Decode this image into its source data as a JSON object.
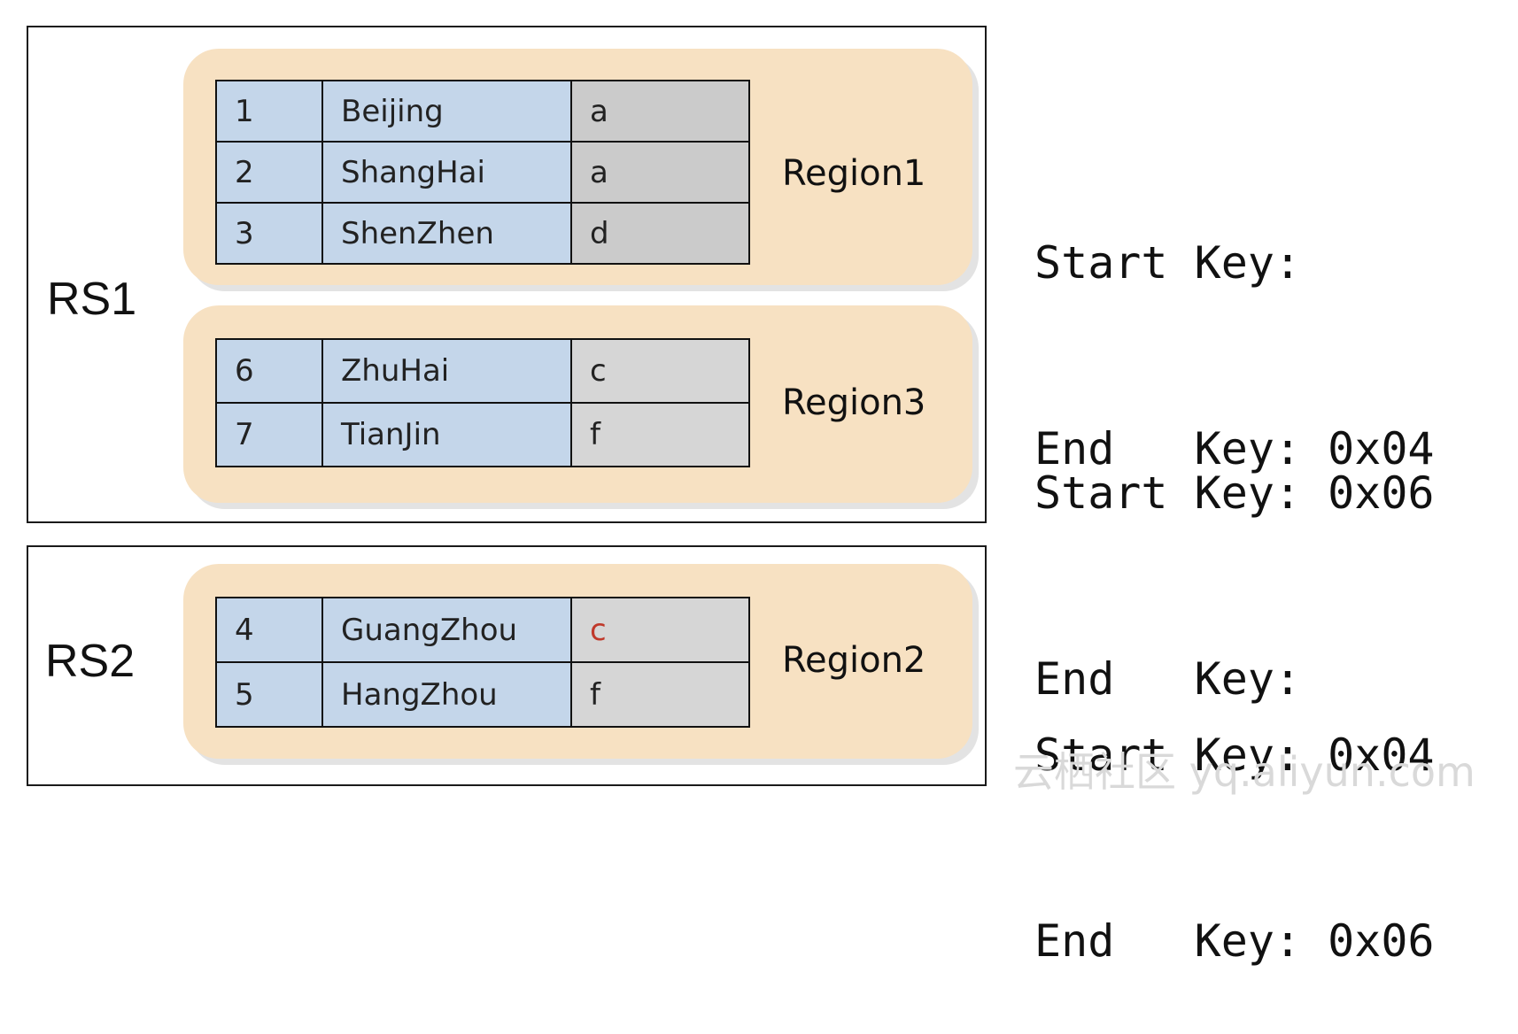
{
  "servers": [
    {
      "label": "RS1"
    },
    {
      "label": "RS2"
    }
  ],
  "regions": [
    {
      "label": "Region1",
      "rows": [
        {
          "key": "1",
          "city": "Beijing",
          "value": "a"
        },
        {
          "key": "2",
          "city": "ShangHai",
          "value": "a"
        },
        {
          "key": "3",
          "city": "ShenZhen",
          "value": "d"
        }
      ],
      "key_info": {
        "start": "Start Key:",
        "end": "End   Key: 0x04"
      }
    },
    {
      "label": "Region3",
      "rows": [
        {
          "key": "6",
          "city": "ZhuHai",
          "value": "c"
        },
        {
          "key": "7",
          "city": "TianJin",
          "value": "f"
        }
      ],
      "key_info": {
        "start": "Start Key: 0x06",
        "end": "End   Key:"
      }
    },
    {
      "label": "Region2",
      "rows": [
        {
          "key": "4",
          "city": "GuangZhou",
          "value": "c",
          "value_color": "#c0392b"
        },
        {
          "key": "5",
          "city": "HangZhou",
          "value": "f"
        }
      ],
      "key_info": {
        "start": "Start Key: 0x04",
        "end": "End   Key: 0x06"
      }
    }
  ],
  "watermark": "云栖社区 yq.aliyun.com",
  "colors": {
    "region_fill": "#f7e1c2",
    "key_cell": "#c4d6ea",
    "value_cell": "#d6d6d6",
    "highlight_text": "#c0392b"
  }
}
